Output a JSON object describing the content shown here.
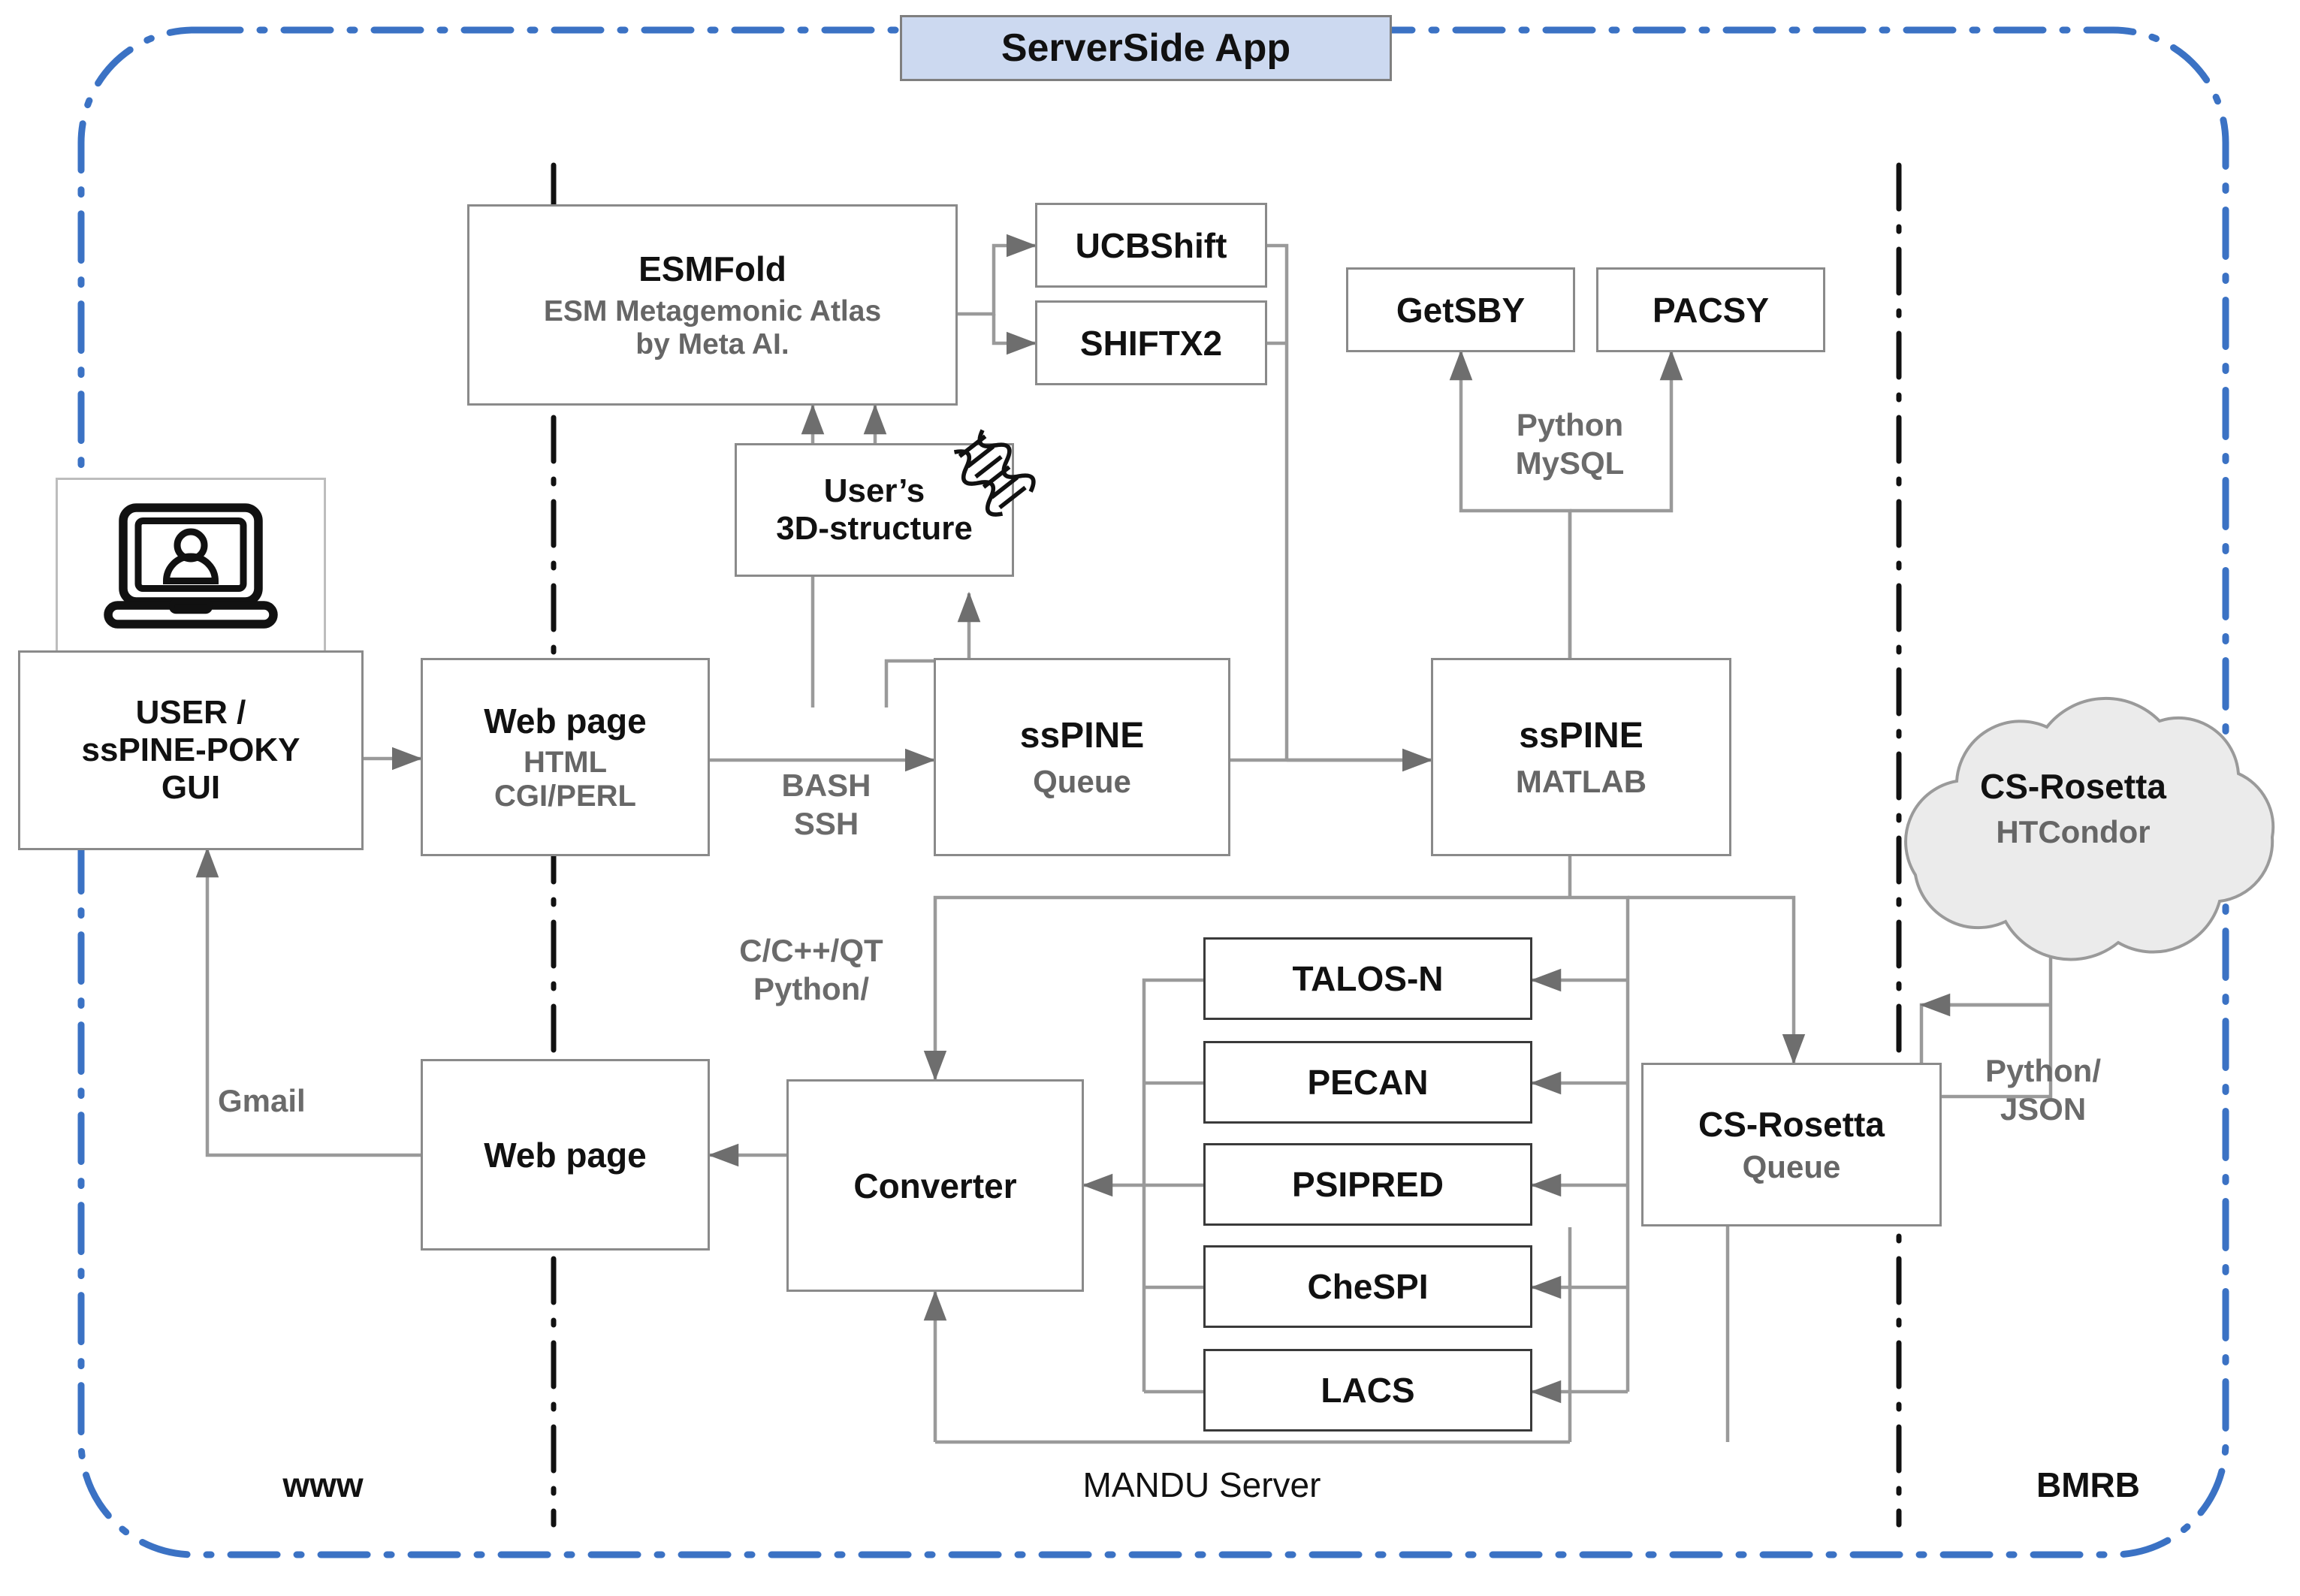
{
  "header": {
    "label": "ServerSide App",
    "fill": "#ccd9f0",
    "border": "#7f7f7f"
  },
  "boundary": {
    "color": "#3b72c4",
    "style": "dash-dot",
    "shape": "rounded-rectangle"
  },
  "dividers": {
    "color": "#000000",
    "style": "dash-dot-vertical",
    "count": 2
  },
  "zones": [
    {
      "name": "www",
      "label": "www",
      "bold": true
    },
    {
      "name": "mandu-server",
      "label": "MANDU Server",
      "bold": false
    },
    {
      "name": "bmrb",
      "label": "BMRB",
      "bold": true
    }
  ],
  "nodes": {
    "user_gui": {
      "title": "USER /",
      "line2": "ssPINE-POKY",
      "line3": "GUI",
      "icon": "laptop-user-icon"
    },
    "web_page_top": {
      "title": "Web page",
      "sub1": "HTML",
      "sub2": "CGI/PERL"
    },
    "esmfold": {
      "title": "ESMFold",
      "sub1": "ESM Metagemonic Atlas",
      "sub2": "by Meta AI."
    },
    "ucbshift": {
      "title": "UCBShift"
    },
    "shiftx2": {
      "title": "SHIFTX2"
    },
    "user_structure": {
      "title": "User’s",
      "line2": "3D-structure",
      "icon": "protein-helix-icon"
    },
    "getsby": {
      "title": "GetSBY"
    },
    "pacsy": {
      "title": "PACSY"
    },
    "sspine_queue": {
      "title": "ssPINE",
      "sub1": "Queue"
    },
    "sspine_matlab": {
      "title": "ssPINE",
      "sub1": "MATLAB"
    },
    "cs_rosetta_cloud": {
      "title": "CS-Rosetta",
      "sub1": "HTCondor",
      "shape": "cloud",
      "fill": "#ebebeb"
    },
    "web_page_bottom": {
      "title": "Web page"
    },
    "converter": {
      "title": "Converter"
    },
    "cs_rosetta_queue": {
      "title": "CS-Rosetta",
      "sub1": "Queue"
    }
  },
  "algorithms": [
    {
      "label": "TALOS-N"
    },
    {
      "label": "PECAN"
    },
    {
      "label": "PSIPRED"
    },
    {
      "label": "CheSPI"
    },
    {
      "label": "LACS"
    }
  ],
  "edge_labels": [
    {
      "name": "bash-ssh",
      "line1": "BASH",
      "line2": "SSH"
    },
    {
      "name": "python-mysql",
      "line1": "Python",
      "line2": "MySQL"
    },
    {
      "name": "c-qt-python",
      "line1": "C/C++/QT",
      "line2": "Python/"
    },
    {
      "name": "gmail",
      "line1": "Gmail",
      "line2": ""
    },
    {
      "name": "python-json",
      "line1": "Python/",
      "line2": "JSON"
    }
  ]
}
